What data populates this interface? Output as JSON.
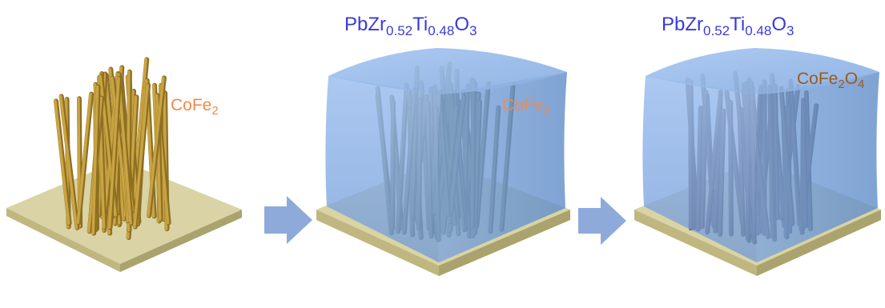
{
  "stage1": {
    "wire_label": "CoFe",
    "wire_label_sub": "2"
  },
  "stage2": {
    "matrix_label": {
      "base": "PbZr",
      "sub1": "0.52",
      "mid": "Ti",
      "sub2": "0.48",
      "end": "O",
      "sub3": "3"
    },
    "wire_label": "CoFe",
    "wire_label_sub": "2"
  },
  "stage3": {
    "matrix_label": {
      "base": "PbZr",
      "sub1": "0.52",
      "mid": "Ti",
      "sub2": "0.48",
      "end": "O",
      "sub3": "3"
    },
    "wire_label": "CoFe",
    "wire_label_sub": "2",
    "wire_label_end": "O",
    "wire_label_sub2": "4"
  },
  "colors": {
    "substrate_top": "#d9d3a5",
    "substrate_side": "#c4bc86",
    "wire_metal": "#c9a444",
    "wire_metal_dark": "#8e6f22",
    "wire_oxide": "#6f5a4a",
    "matrix_blue": "#7fa9e6",
    "matrix_label": "#3a3ad6",
    "cofe_label": "#f28a4a",
    "oxide_label": "#9b5a1e",
    "arrow": "#8eaadb"
  }
}
